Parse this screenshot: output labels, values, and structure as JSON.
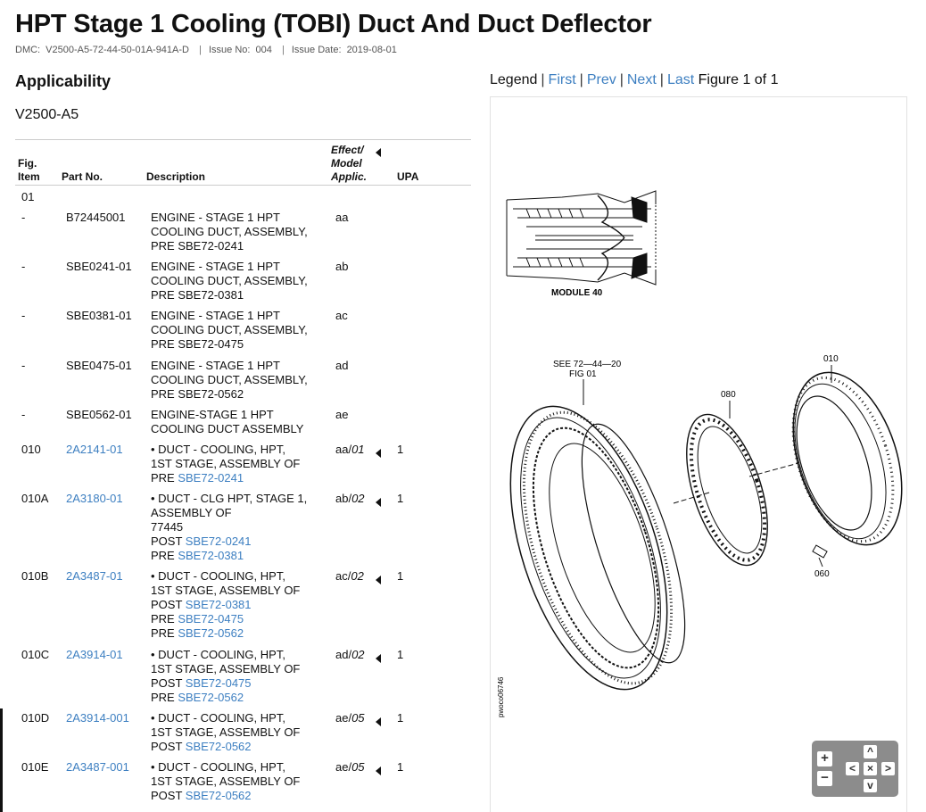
{
  "header": {
    "title": "HPT Stage 1 Cooling (TOBI) Duct And Duct Deflector",
    "dmc_label": "DMC:",
    "dmc_value": "V2500-A5-72-44-50-01A-941A-D",
    "issue_no_label": "Issue No:",
    "issue_no_value": "004",
    "issue_date_label": "Issue Date:",
    "issue_date_value": "2019-08-01"
  },
  "applicability": {
    "heading": "Applicability",
    "value": "V2500-A5"
  },
  "table": {
    "headers": {
      "fig_item_1": "Fig.",
      "fig_item_2": "Item",
      "part_no": "Part No.",
      "description": "Description",
      "effect_1": "Effect/",
      "effect_2": "Model",
      "effect_3": "Applic.",
      "upa": "UPA"
    },
    "fig_number": "01",
    "rows": [
      {
        "item": "-",
        "part": "B72445001",
        "desc": [
          "ENGINE - STAGE 1 HPT",
          "COOLING DUCT, ASSEMBLY,",
          "PRE SBE72-0241"
        ],
        "eff": "aa",
        "eff_code": "",
        "upa": ""
      },
      {
        "item": "-",
        "part": "SBE0241-01",
        "desc": [
          "ENGINE - STAGE 1 HPT",
          "COOLING DUCT, ASSEMBLY,",
          "PRE SBE72-0381"
        ],
        "eff": "ab",
        "eff_code": "",
        "upa": ""
      },
      {
        "item": "-",
        "part": "SBE0381-01",
        "desc": [
          "ENGINE - STAGE 1 HPT",
          "COOLING DUCT, ASSEMBLY,",
          "PRE SBE72-0475"
        ],
        "eff": "ac",
        "eff_code": "",
        "upa": ""
      },
      {
        "item": "-",
        "part": "SBE0475-01",
        "desc": [
          "ENGINE - STAGE 1 HPT",
          "COOLING DUCT, ASSEMBLY,",
          "PRE SBE72-0562"
        ],
        "eff": "ad",
        "eff_code": "",
        "upa": ""
      },
      {
        "item": "-",
        "part": "SBE0562-01",
        "desc": [
          "ENGINE-STAGE 1 HPT",
          "COOLING DUCT ASSEMBLY"
        ],
        "eff": "ae",
        "eff_code": "",
        "upa": ""
      },
      {
        "item": "010",
        "part": "2A2141-01",
        "desc": [
          "• DUCT - COOLING, HPT,",
          "1ST STAGE, ASSEMBLY OF",
          "PRE |SBE72-0241"
        ],
        "eff": "aa/",
        "eff_code": "01",
        "upa": "1"
      },
      {
        "item": "010A",
        "part": "2A3180-01",
        "desc": [
          "• DUCT - CLG HPT, STAGE 1,",
          "ASSEMBLY OF",
          "77445",
          "POST |SBE72-0241",
          "PRE |SBE72-0381"
        ],
        "eff": "ab/",
        "eff_code": "02",
        "upa": "1"
      },
      {
        "item": "010B",
        "part": "2A3487-01",
        "desc": [
          "• DUCT - COOLING, HPT,",
          "1ST STAGE, ASSEMBLY OF",
          "POST |SBE72-0381",
          "PRE |SBE72-0475",
          "PRE |SBE72-0562"
        ],
        "eff": "ac/",
        "eff_code": "02",
        "upa": "1"
      },
      {
        "item": "010C",
        "part": "2A3914-01",
        "desc": [
          "• DUCT - COOLING, HPT,",
          "1ST STAGE, ASSEMBLY OF",
          "POST |SBE72-0475",
          "PRE |SBE72-0562"
        ],
        "eff": "ad/",
        "eff_code": "02",
        "upa": "1"
      },
      {
        "item": "010D",
        "part": "2A3914-001",
        "desc": [
          "• DUCT - COOLING, HPT,",
          "1ST STAGE, ASSEMBLY OF",
          "POST |SBE72-0562"
        ],
        "eff": "ae/",
        "eff_code": "05",
        "upa": "1"
      },
      {
        "item": "010E",
        "part": "2A3487-001",
        "desc": [
          "• DUCT - COOLING, HPT,",
          "1ST STAGE, ASSEMBLY OF",
          "POST |SBE72-0562"
        ],
        "eff": "ae/",
        "eff_code": "05",
        "upa": "1"
      }
    ]
  },
  "figure_nav": {
    "legend": "Legend",
    "first": "First",
    "prev": "Prev",
    "next": "Next",
    "last": "Last",
    "figure_label": "Figure 1 of 1"
  },
  "figure": {
    "module_label": "MODULE 40",
    "see_ref_1": "SEE 72—44—20",
    "see_ref_2": "FIG 01",
    "callout_010": "010",
    "callout_080": "080",
    "callout_060": "060",
    "drawing_id": "pwoco06746"
  },
  "zoom_controls": {
    "plus": "+",
    "minus": "−",
    "up": "^",
    "down": "v",
    "left": "<",
    "right": ">",
    "reset": "×"
  }
}
